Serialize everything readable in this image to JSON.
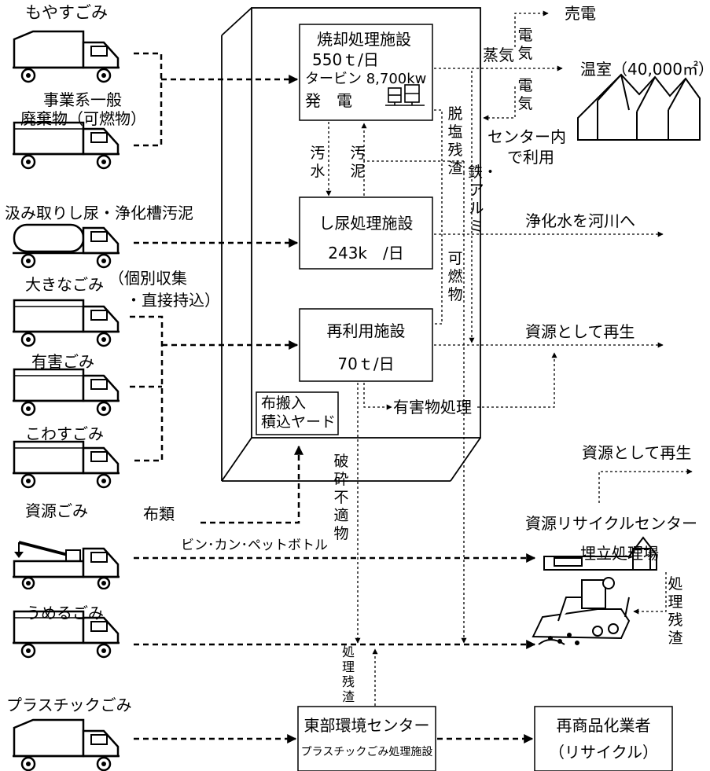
{
  "sources": {
    "moyasu": "もやすごみ",
    "jigyo_line1": "事業系一般",
    "jigyo_line2": "廃棄物（可燃物）",
    "kumitori": "汲み取りし尿・浄化槽汚泥",
    "ooki": "大きなごみ",
    "ooki_note_line1": "（個別収集",
    "ooki_note_line2": "・直接持込）",
    "yugai": "有害ごみ",
    "kowasu": "こわすごみ",
    "shigen": "資源ごみ",
    "umeru": "うめるごみ",
    "plastic": "プラスチックごみ"
  },
  "facilities": {
    "incinerator": {
      "title": "焼却処理施設",
      "capacity": "550ｔ/日",
      "turbine": "タービン 8,700kw",
      "generation": "発　電"
    },
    "night_soil": {
      "title": "し尿処理施設",
      "capacity": "243k　/日"
    },
    "reuse": {
      "title": "再利用施設",
      "capacity": "70ｔ/日"
    },
    "yard_line1": "布搬入",
    "yard_line2": "積込ヤード",
    "east_center": {
      "title": "東部環境センター",
      "subtitle": "プラスチックごみ処理施設"
    },
    "recycler": {
      "title": "再商品化業者",
      "subtitle": "（リサイクル）"
    },
    "recycle_center": "資源リサイクルセンター",
    "landfill": "埋立処理場",
    "greenhouse": "温室（40,000㎡）"
  },
  "flows": {
    "sell_power": "売電",
    "steam": "蒸気",
    "denki_top": "電気",
    "denki_bottom": "電気",
    "center_use_line1": "センター内",
    "center_use_line2": "で利用",
    "wastewater": "汚水",
    "sludge": "汚泥",
    "desalt_residue": "脱塩残渣",
    "iron_aluminum": "鉄・アルミ",
    "combustibles": "可燃物",
    "purified_water": "浄化水を河川へ",
    "recycled_resource": "資源として再生",
    "hazardous_treatment": "有害物処理",
    "crushed_unsuitable": "破砕不適物",
    "cloth": "布類",
    "bin_can_pet": "ビン･カン･ペットボトル",
    "recycled_resource_2": "資源として再生",
    "treatment_residue_right": "処理残渣",
    "treatment_residue_bottom": "処理残渣"
  },
  "colors": {
    "stroke": "#000000",
    "background": "#ffffff"
  }
}
